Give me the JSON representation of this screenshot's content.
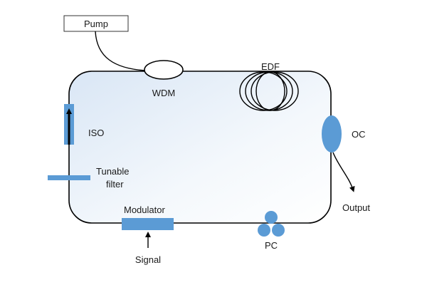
{
  "diagram": {
    "title": "Fiber ring laser setup",
    "colors": {
      "component": "#5b9bd5",
      "line": "#000000",
      "loop_fill_start": "#dce8f6",
      "loop_fill_end": "#ffffff"
    },
    "components": {
      "pump": "Pump",
      "wdm": "WDM",
      "edf": "EDF",
      "oc": "OC",
      "output": "Output",
      "iso": "ISO",
      "tunable_filter_line1": "Tunable",
      "tunable_filter_line2": "filter",
      "modulator": "Modulator",
      "signal": "Signal",
      "pc": "PC"
    }
  }
}
